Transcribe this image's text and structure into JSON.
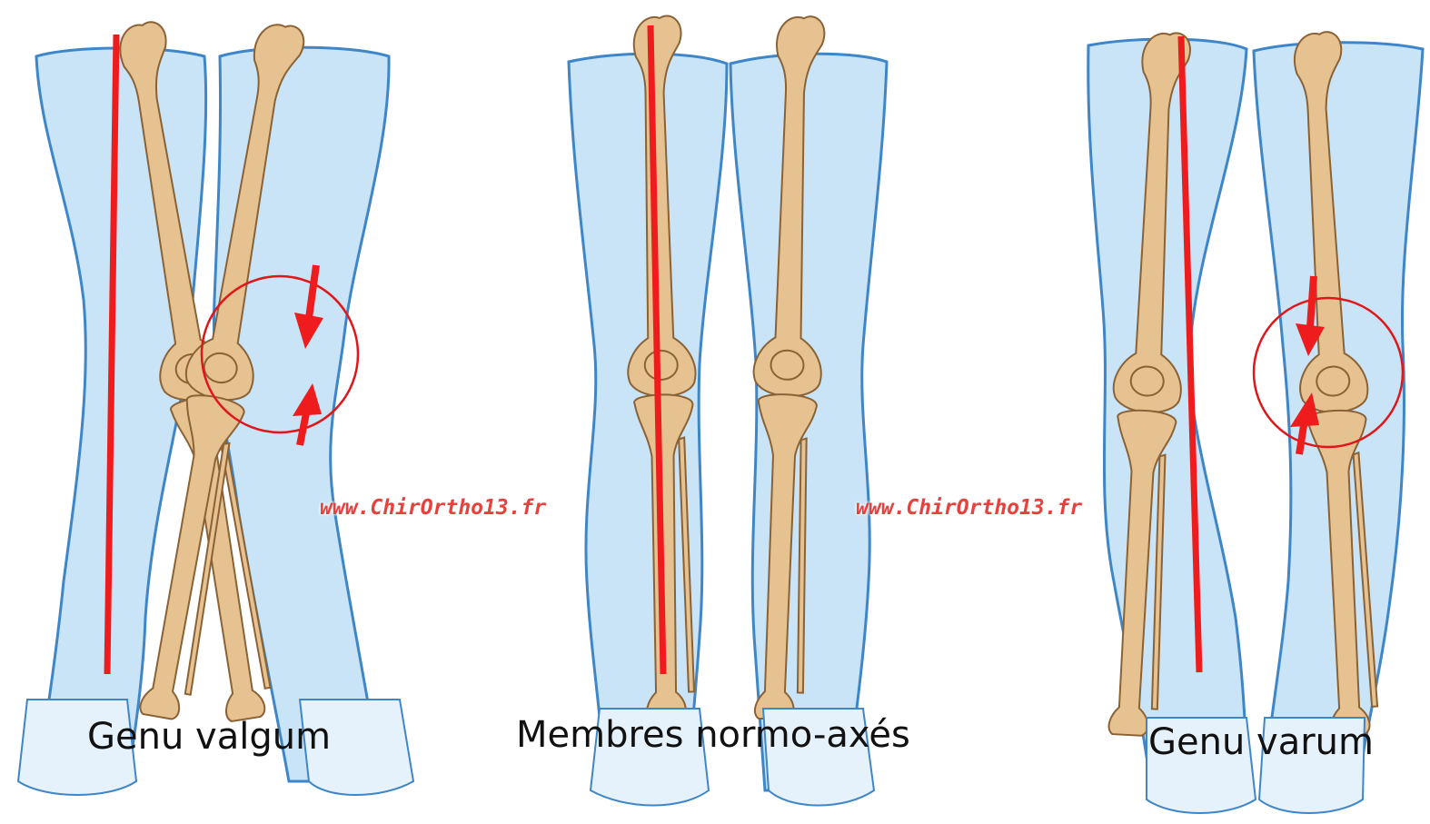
{
  "panels": {
    "valgum": {
      "caption": "Genu valgum"
    },
    "normal": {
      "caption": "Membres normo-axés"
    },
    "varum": {
      "caption": "Genu varum"
    }
  },
  "watermark": {
    "text": "www.ChirOrtho13.fr"
  },
  "colors": {
    "background": "#ffffff",
    "leg_fill": "#c9e4f7",
    "leg_outline": "#3f86c8",
    "foot_fill": "#e6f2fb",
    "bone_fill": "#e6c291",
    "bone_outline": "#8a6236",
    "axis_line": "#ee1c1c",
    "arrow": "#ee1c1c",
    "highlight_circle": "#e0161a",
    "watermark": "#e8413c",
    "caption_text": "#111111"
  },
  "icons": {
    "axis": "mechanical-axis-line",
    "compression": "compression-arrow",
    "highlight": "knee-highlight-circle"
  }
}
